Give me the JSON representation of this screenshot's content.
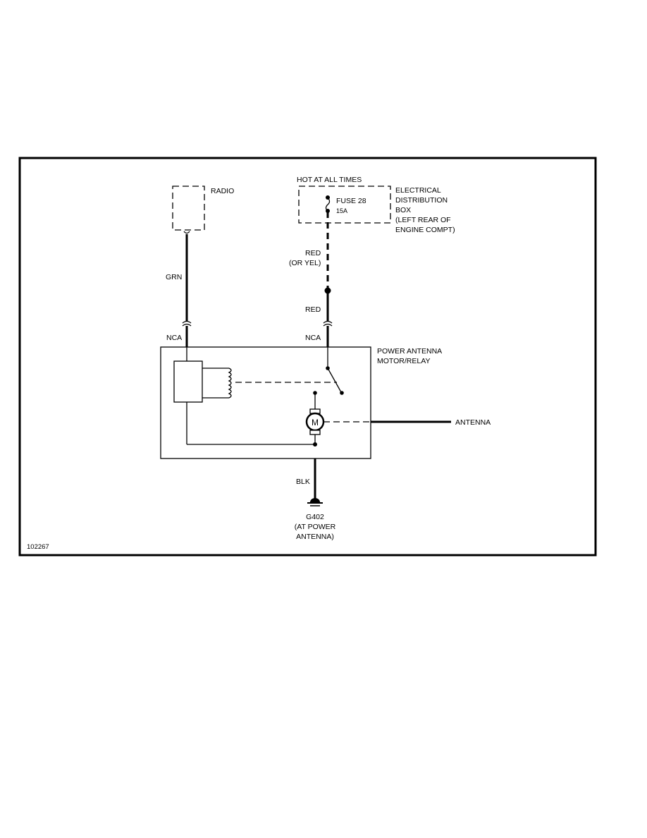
{
  "labels": {
    "radio": "RADIO",
    "hot_at_all_times": "HOT AT ALL TIMES",
    "fuse": "FUSE 28",
    "fuse_rating": "15A",
    "edb_lines": [
      "ELECTRICAL",
      "DISTRIBUTION",
      "BOX",
      "(LEFT REAR OF",
      "ENGINE COMPT)"
    ],
    "wire_grn": "GRN",
    "wire_red_or_yel_1": "RED",
    "wire_red_or_yel_2": "(OR YEL)",
    "wire_red": "RED",
    "nca_left": "NCA",
    "nca_right": "NCA",
    "power_antenna_1": "POWER ANTENNA",
    "power_antenna_2": "MOTOR/RELAY",
    "antenna": "ANTENNA",
    "motor": "M",
    "wire_blk": "BLK",
    "ground_lines": [
      "G402",
      "(AT POWER",
      "ANTENNA)"
    ],
    "figure_number": "102267"
  }
}
